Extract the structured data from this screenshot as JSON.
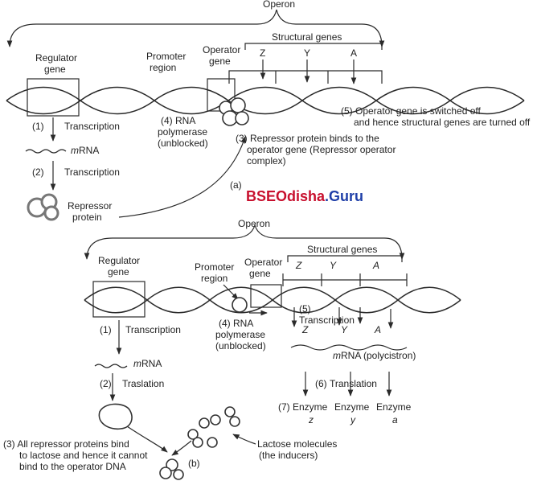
{
  "panel_a": {
    "operon": "Operon",
    "structural_genes": "Structural genes",
    "gene_z": "Z",
    "gene_y": "Y",
    "gene_a": "A",
    "regulator_1": "Regulator",
    "regulator_2": "gene",
    "promoter_1": "Promoter",
    "promoter_2": "region",
    "operator_1": "Operator",
    "operator_2": "gene",
    "step1": "(1)",
    "transcription1": "Transcription",
    "mrna_m": "m",
    "mrna_rest": "RNA",
    "step2": "(2)",
    "transcription2": "Transcription",
    "repressor_1": "Repressor",
    "repressor_2": "protein",
    "rna_pol_1": "(4) RNA",
    "rna_pol_2": "polymerase",
    "rna_pol_3": "(unblocked)",
    "step3_1": "(3)  Repressor protein binds to the",
    "step3_2": "operator gene (Repressor operator",
    "step3_3": "complex)",
    "step5_1": "(5) Operator gene is switched off",
    "step5_2": "and hence structural genes are turned off",
    "label": "(a)"
  },
  "watermark": {
    "part1": "BSEOdisha",
    "part2": ".Guru",
    "color1": "#c8102e",
    "color2": "#1f3fa8"
  },
  "panel_b": {
    "operon": "Operon",
    "structural_genes": "Structural genes",
    "gene_z": "Z",
    "gene_y": "Y",
    "gene_a": "A",
    "regulator_1": "Regulator",
    "regulator_2": "gene",
    "promoter_1": "Promoter",
    "promoter_2": "region",
    "operator_1": "Operator",
    "operator_2": "gene",
    "step1": "(1)",
    "transcription1": "Transcription",
    "mrna_m": "m",
    "mrna_rest": "RNA",
    "step2": "(2)",
    "translation_small": "Traslation",
    "rna_pol_1": "(4) RNA",
    "rna_pol_2": "polymerase",
    "rna_pol_3": "(unblocked)",
    "step5": "(5)",
    "transcription5": "Transcription",
    "t_z": "Z",
    "t_y": "Y",
    "t_a": "A",
    "poly_m": "m",
    "poly_rest": "RNA (polycistron)",
    "step6": "(6)",
    "translation6": "Translation",
    "enzyme_prefix": "(7)",
    "enzyme1": "Enzyme",
    "enzyme2": "Enzyme",
    "enzyme3": "Enzyme",
    "e_z": "z",
    "e_y": "y",
    "e_a": "a",
    "lactose_1": "Lactose molecules",
    "lactose_2": "(the inducers)",
    "step3_1": "(3)  All repressor proteins bind",
    "step3_2": "to lactose and hence it cannot",
    "step3_3": "bind to the operator DNA",
    "label": "(b)"
  }
}
